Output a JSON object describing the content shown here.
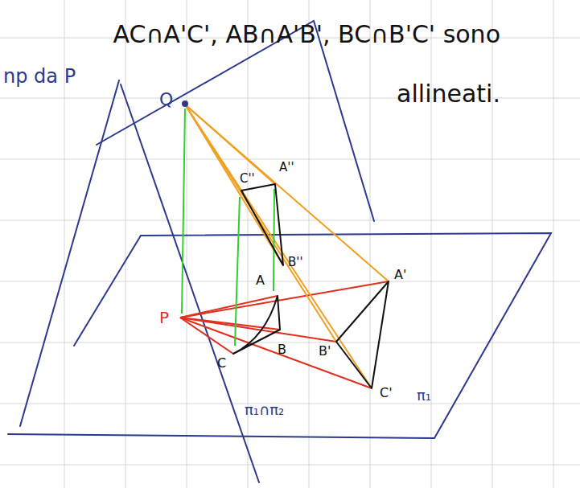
{
  "diagram": {
    "title": "AC∩A'C', AB∩A'B', BC∩B'C' sono allineati.",
    "labels": [
      "Q",
      "C''",
      "A''",
      "B''",
      "A",
      "B",
      "C",
      "P",
      "A'",
      "B'",
      "C'",
      "π₁",
      "π₁∩π₂",
      "np da P"
    ]
  }
}
